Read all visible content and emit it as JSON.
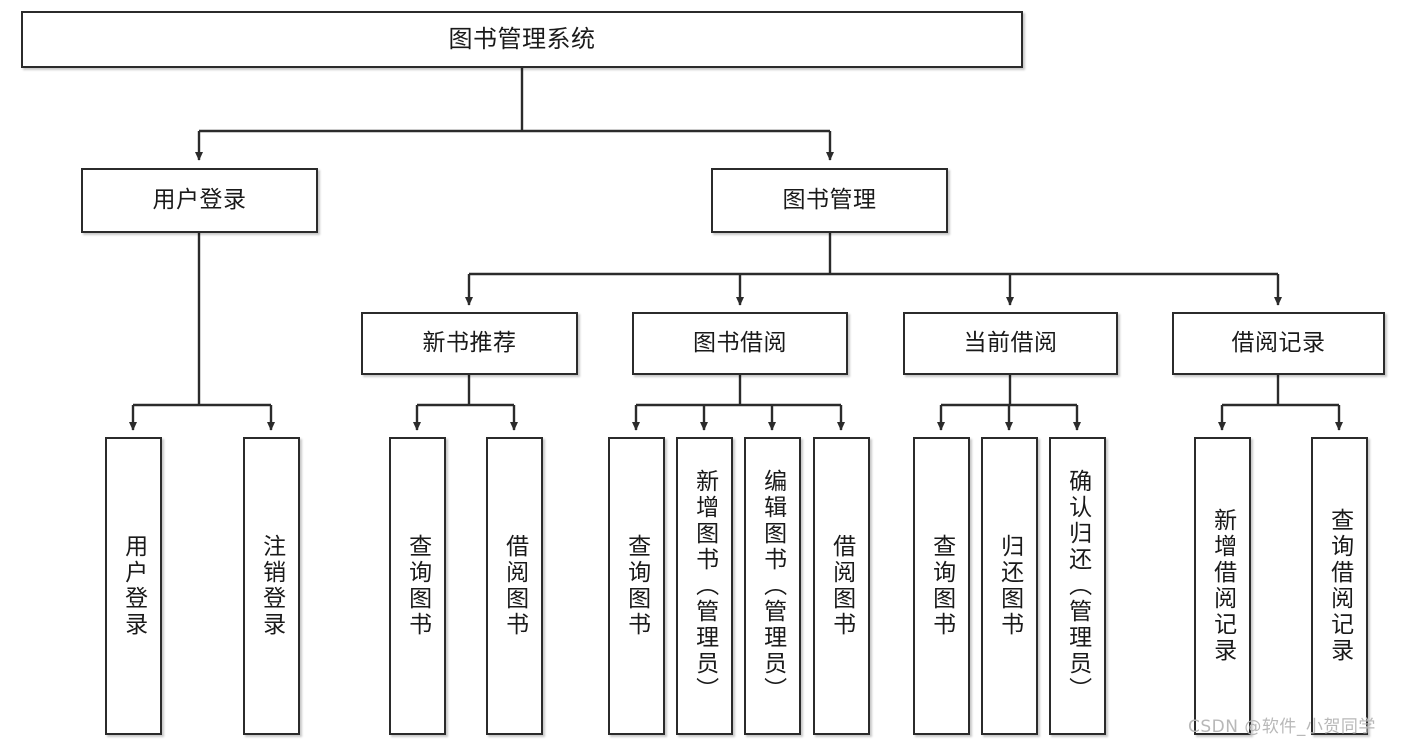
{
  "diagram": {
    "type": "tree-hierarchy",
    "title": "图书管理系统",
    "watermark": "CSDN @软件_小贺同学",
    "colors": {
      "box_border": "#2b2b2b",
      "box_fill": "#ffffff",
      "connector": "#2b2b2b",
      "text": "#1a1a1a",
      "watermark": "#b8b8b8",
      "background": "#ffffff"
    },
    "levels": [
      {
        "level": 1,
        "nodes": [
          {
            "id": "root",
            "label": "图书管理系统",
            "orientation": "horizontal"
          }
        ]
      },
      {
        "level": 2,
        "nodes": [
          {
            "id": "user-login",
            "label": "用户登录",
            "orientation": "horizontal",
            "parent": "root"
          },
          {
            "id": "book-mgmt",
            "label": "图书管理",
            "orientation": "horizontal",
            "parent": "root"
          }
        ]
      },
      {
        "level": 3,
        "nodes": [
          {
            "id": "new-book-rec",
            "label": "新书推荐",
            "orientation": "horizontal",
            "parent": "book-mgmt"
          },
          {
            "id": "book-borrow",
            "label": "图书借阅",
            "orientation": "horizontal",
            "parent": "book-mgmt"
          },
          {
            "id": "current-borrow",
            "label": "当前借阅",
            "orientation": "horizontal",
            "parent": "book-mgmt"
          },
          {
            "id": "borrow-record",
            "label": "借阅记录",
            "orientation": "horizontal",
            "parent": "book-mgmt"
          }
        ]
      },
      {
        "level": 4,
        "nodes": [
          {
            "id": "leaf-user-login",
            "label": "用户登录",
            "orientation": "vertical",
            "parent": "user-login"
          },
          {
            "id": "leaf-user-logout",
            "label": "注销登录",
            "orientation": "vertical",
            "parent": "user-login"
          },
          {
            "id": "leaf-query-book-1",
            "label": "查询图书",
            "orientation": "vertical",
            "parent": "new-book-rec"
          },
          {
            "id": "leaf-borrow-book-1",
            "label": "借阅图书",
            "orientation": "vertical",
            "parent": "new-book-rec"
          },
          {
            "id": "leaf-query-book-2",
            "label": "查询图书",
            "orientation": "vertical",
            "parent": "book-borrow"
          },
          {
            "id": "leaf-add-book",
            "label": "新增图书（管理员）",
            "orientation": "vertical",
            "parent": "book-borrow"
          },
          {
            "id": "leaf-edit-book",
            "label": "编辑图书（管理员）",
            "orientation": "vertical",
            "parent": "book-borrow"
          },
          {
            "id": "leaf-borrow-book-2",
            "label": "借阅图书",
            "orientation": "vertical",
            "parent": "book-borrow"
          },
          {
            "id": "leaf-query-book-3",
            "label": "查询图书",
            "orientation": "vertical",
            "parent": "current-borrow"
          },
          {
            "id": "leaf-return-book",
            "label": "归还图书",
            "orientation": "vertical",
            "parent": "current-borrow"
          },
          {
            "id": "leaf-confirm-return",
            "label": "确认归还（管理员）",
            "orientation": "vertical",
            "parent": "current-borrow"
          },
          {
            "id": "leaf-add-record",
            "label": "新增借阅记录",
            "orientation": "vertical",
            "parent": "borrow-record"
          },
          {
            "id": "leaf-query-record",
            "label": "查询借阅记录",
            "orientation": "vertical",
            "parent": "borrow-record"
          }
        ]
      }
    ],
    "labels": {
      "root": "图书管理系统",
      "user_login": "用户登录",
      "book_mgmt": "图书管理",
      "new_book_rec": "新书推荐",
      "book_borrow": "图书借阅",
      "current_borrow": "当前借阅",
      "borrow_record": "借阅记录",
      "leaf_user_login": "用户登录",
      "leaf_user_logout": "注销登录",
      "leaf_query_book_1": "查询图书",
      "leaf_borrow_book_1": "借阅图书",
      "leaf_query_book_2": "查询图书",
      "leaf_add_book": "新增图书（管理员）",
      "leaf_edit_book": "编辑图书（管理员）",
      "leaf_borrow_book_2": "借阅图书",
      "leaf_query_book_3": "查询图书",
      "leaf_return_book": "归还图书",
      "leaf_confirm_return": "确认归还（管理员）",
      "leaf_add_record": "新增借阅记录",
      "leaf_query_record": "查询借阅记录"
    }
  }
}
